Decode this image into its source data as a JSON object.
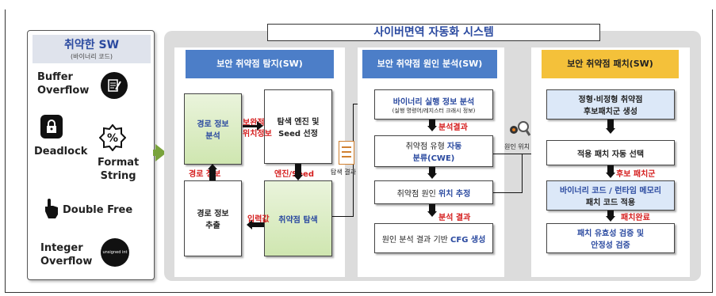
{
  "system_title": "사이버면역 자동화 시스템",
  "left_panel": {
    "title": "취약한 SW",
    "subtitle": "(바이너리 코드)",
    "items": [
      {
        "line1": "Buffer",
        "line2": "Overflow",
        "icon": "document-pen-icon"
      },
      {
        "line1": "Deadlock",
        "line2": "",
        "icon": "lock-icon"
      },
      {
        "line1": "Format",
        "line2": "String",
        "icon": "percent-badge-icon"
      },
      {
        "line1": "Double Free",
        "line2": "",
        "icon": "hand-touch-icon"
      },
      {
        "line1": "Integer",
        "line2": "Overflow",
        "icon": "unsigned-int-icon"
      }
    ],
    "unsigned_icon_text": "unsigned int"
  },
  "col1": {
    "header": "보안 취약점 탐지(SW)",
    "box_path_analysis": "경로 정보\n분석",
    "box_engine": "탐색 엔진 및\nSeed 선정",
    "box_path_extract": "경로 정보\n추출",
    "box_search": "취약점 탐색",
    "lbl_complementary": "보완적",
    "lbl_use": "위치정보",
    "lbl_path_info": "경로 정보",
    "lbl_engine_seed": "엔진/Seed",
    "lbl_input": "입력값",
    "lbl_search_result": "탐색 결과"
  },
  "col2": {
    "header": "보안 취약점 원인 분석(SW)",
    "box1_main": "바이너리 실행 정보 분석",
    "box1_sub": "(실행 명령어/레지스터 크래시 정보)",
    "box2_a": "취약점 유형 ",
    "box2_b": "자동",
    "box2_c": "분류(CWE)",
    "box3_a": "취약점 원인 ",
    "box3_b": "위치 추정",
    "box4_a": "원인 분석 결과 기반 ",
    "box4_b": "CFG 생성",
    "lbl_analysis1": "분석결과",
    "lbl_analysis2": "분석 결과",
    "lbl_cause_location": "원인 위치"
  },
  "col3": {
    "header": "보안 취약점 패치(SW)",
    "box1": "정형·비정형 취약점\n후보패치군 생성",
    "box2": "적용 패치 자동 선택",
    "box3_a": "바이너리 코드 / 런타임 메모리",
    "box3_b": "패치 코드 적용",
    "box4_a": "패치 유효성 검증 및",
    "box4_b": "안정성 검증",
    "lbl_candidate": "후보 패치군",
    "lbl_patch_done": "패치완료"
  },
  "colors": {
    "blue_header": "#4c7ec8",
    "yellow_header": "#f4c13a",
    "red_label": "#d51f1f",
    "title_blue": "#2b4aa0",
    "green_arrow": "#79a33c"
  }
}
